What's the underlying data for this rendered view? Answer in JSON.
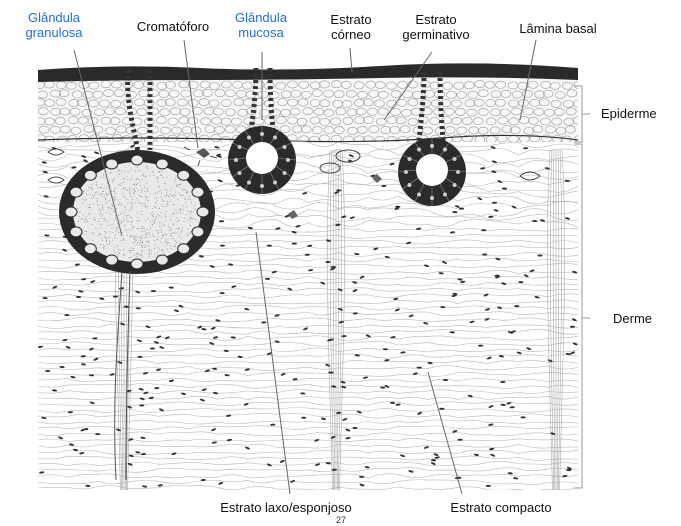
{
  "colors": {
    "gland_highlight": "#1f6fd6",
    "ink": "#222222",
    "gland_lumen": "#e9e9e9"
  },
  "labels": {
    "glandula_granulosa": [
      "Glândula",
      "granulosa"
    ],
    "cromatoforo": "Cromatóforo",
    "glandula_mucosa": [
      "Glândula",
      "mucosa"
    ],
    "estrato_corneo": [
      "Estrato",
      "córneo"
    ],
    "estrato_germinativo": [
      "Estrato",
      "germinativo"
    ],
    "lamina_basal": "Lâmina basal",
    "epiderme": "Epiderme",
    "derme": "Derme",
    "estrato_laxo": "Estrato laxo/esponjoso",
    "estrato_compacto": "Estrato compacto",
    "page_number": "27"
  }
}
